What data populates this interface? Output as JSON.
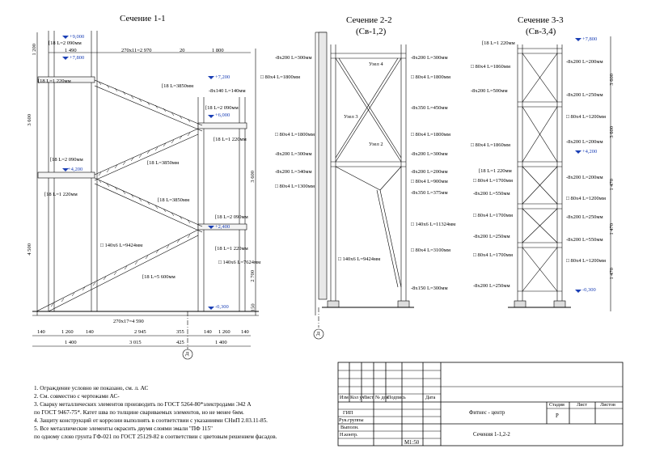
{
  "sections": {
    "s1": {
      "title": "Сечение 1-1"
    },
    "s2": {
      "title": "Сечение 2-2",
      "subtitle": "(Св-1,2)"
    },
    "s3": {
      "title": "Сечение 3-3",
      "subtitle": "(Св-3,4)"
    }
  },
  "s1_labels": {
    "lev_9000": "+9,000",
    "lev_7800": "+7,800",
    "lev_7200": "+7,200",
    "lev_6000": "+6,000",
    "lev_4200": "+4,200",
    "lev_2400": "+2,400",
    "lev_m0300": "-0,300",
    "top_dim_a": "1 490",
    "top_dim_b": "270x11=2 970",
    "top_dim_c": "20",
    "top_dim_d": "1 800",
    "top_left_dim": "1 200",
    "beam1": "[18 L=2 090мм",
    "beam2": "[18 L=1 220мм",
    "beam3": "[18 L=3850мм",
    "plate1": "-8x140 L=140мм",
    "beam4": "[18 L=2 090мм",
    "beam5": "[18 L=1 220мм",
    "beam6": "[18 L=2 090мм",
    "beam7": "[18 L=3850мм",
    "beam8": "[18 L=1 220мм",
    "beam9": "[18 L=3850мм",
    "beam10": "[18 L=2 090мм",
    "tube1": "□ 140x6 L=9424мм",
    "beam11": "[18 L=1 220мм",
    "tube2": "□ 140x6 L=7624мм",
    "beam12": "[18 L=5 600мм",
    "left_dim1": "3 600",
    "left_dim2": "4 500",
    "right_dim1": "3 600",
    "right_dim2": "2 700",
    "right_dim3": "150",
    "bottom_stair": "270x17=4 590",
    "b1": "140",
    "b2": "1 260",
    "b3": "140",
    "b4": "2 945",
    "b5": "355",
    "b6": "140",
    "b7": "1 260",
    "b8": "140",
    "c1": "1 400",
    "c2": "3 015",
    "c3": "425",
    "c4": "1 400",
    "axis": "Д"
  },
  "s2_labels": {
    "l1": "-8x200 L=300мм",
    "l2": "□ 80x4 L=1800мм",
    "l3": "□ 80x4 L=1800мм",
    "l4": "-8x200 L=300мм",
    "l5": "-8x200 L=340мм",
    "l6": "□ 80x4 L=1300мм",
    "l7": "□ 140x6 L=9424мм",
    "r1": "-8x200 L=300мм",
    "r2": "□ 80x4 L=1800мм",
    "r3": "-8x350 L=450мм",
    "r4": "□ 80x4 L=1800мм",
    "r5": "-8x200 L=300мм",
    "r6": "-8x200 L=200мм",
    "r7": "□ 80x4 L=900мм",
    "r8": "-8x350 L=375мм",
    "r9": "□ 140x6 L=11324мм",
    "r10": "□ 80x4 L=3100мм",
    "r11": "-8x150 L=300мм",
    "node4": "Узел 4",
    "node3": "Узел 3",
    "node2": "Узел 2",
    "axis": "Д"
  },
  "s3_labels": {
    "top": "[18 L=1 220мм",
    "lev_7800": "+7,800",
    "lev_4200": "+4,200",
    "lev_m0300": "-0,300",
    "l1": "□ 80x4 L=1860мм",
    "l2": "-8x200 L=500мм",
    "l3": "□ 80x4 L=1860мм",
    "l4": "[18 L=1 220мм",
    "l5": "□ 80x4 L=1700мм",
    "l6": "-8x200 L=550мм",
    "l7": "□ 80x4 L=1700мм",
    "l8": "-8x200 L=250мм",
    "l9": "□ 80x4 L=1700мм",
    "l10": "-8x200 L=250мм",
    "r1": "-8x200 L=200мм",
    "r2": "-8x200 L=250мм",
    "r3": "□ 80x4 L=1200мм",
    "r4": "-8x200 L=200мм",
    "r5": "-8x200 L=200мм",
    "r6": "□ 80x4 L=1200мм",
    "r7": "-8x200 L=250мм",
    "r8": "-8x200 L=550мм",
    "r9": "□ 80x4 L=1200мм",
    "d1": "3 600",
    "d2": "3 600",
    "d3": "1 470",
    "d4": "1 470",
    "d5": "1 470"
  },
  "notes": [
    "1. Ограждение условно не показано, см. л. АС",
    "2. См. совместно с чертежами АС-",
    "3. Сварку металлических элементов производить по ГОСТ 5264-80*электродами Э42 А",
    "по ГОСТ 9467-75*. Катет шва по толщине свариваемых элементов, но не менее 6мм.",
    "4. Защиту конструкций от коррозии выполнять в соответствии с указаниями СНиП 2.03.11-85.",
    "5. Все металлические элементы окрасить двумя слоями эмали \"ПФ 115\"",
    "по одному слою грунта ГФ-021 по ГОСТ 25129-82 в соответствии с цветовым решением фасадов."
  ],
  "title_block": {
    "headers": [
      "Изм",
      "Кол уч",
      "Лист",
      "№ док",
      "Подпись",
      "Дата"
    ],
    "roles": [
      "ГИП",
      "Рук.группы",
      "Выполн.",
      "Н.контр."
    ],
    "project": "Фитнес - центр",
    "stage_h": "Стадия",
    "sheet_h": "Лист",
    "sheets_h": "Листов",
    "stage": "Р",
    "sheet": "",
    "sheets": "",
    "drawing": "Сечения 1-1,2-2",
    "scale": "М1:50"
  }
}
